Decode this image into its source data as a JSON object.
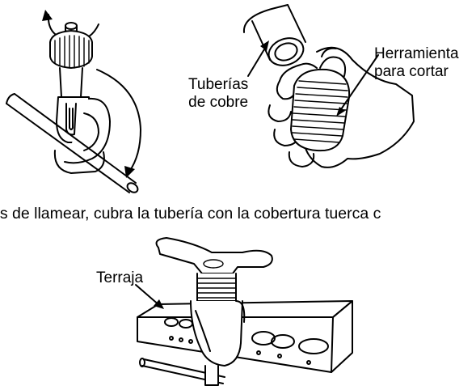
{
  "labels": {
    "copper_pipes_line1": "Tuberías",
    "copper_pipes_line2": "de cobre",
    "cutting_tool_line1": "Herramienta",
    "cutting_tool_line2": "para cortar",
    "flaring_tool": "Terraja"
  },
  "caption": "es de llamear, cubra la tubería con la cobertura tuerca c"
}
